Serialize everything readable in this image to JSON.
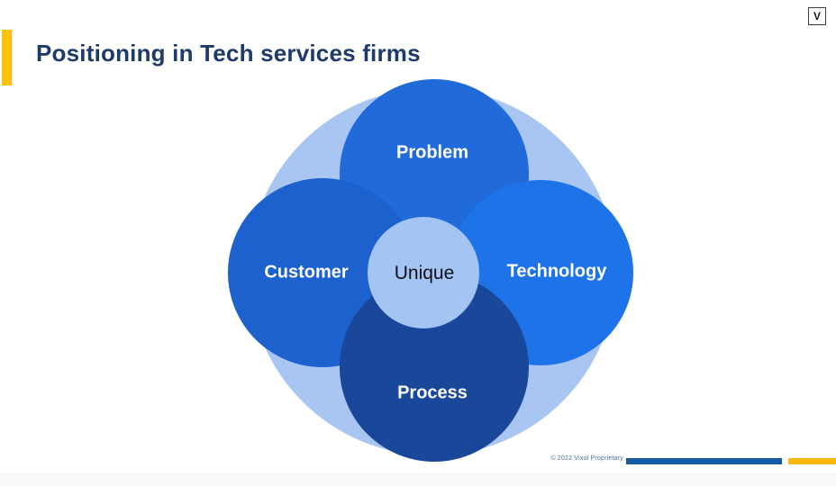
{
  "header": {
    "title": "Positioning in Tech services firms",
    "title_color": "#1c3b6a",
    "accent_bar_color": "#FFC107"
  },
  "logo": {
    "letter": "V"
  },
  "diagram": {
    "background_circle_color": "#a9c5f2",
    "label_text_color": "#ffffff",
    "center": {
      "label": "Unique",
      "color": "#a4c4f4",
      "text_color": "#101018"
    },
    "petals": {
      "problem": {
        "label": "Problem",
        "color": "#216ad9"
      },
      "customer": {
        "label": "Customer",
        "color": "#1c61cd"
      },
      "technology": {
        "label": "Technology",
        "color": "#1e73e8"
      },
      "process": {
        "label": "Process",
        "color": "#19479a"
      }
    }
  },
  "footer": {
    "copyright": "© 2022 Vixul Proprietary",
    "text_color": "#4a70a6",
    "bar_blue_color": "#1659a4",
    "bar_yellow_color": "#FBB811"
  }
}
